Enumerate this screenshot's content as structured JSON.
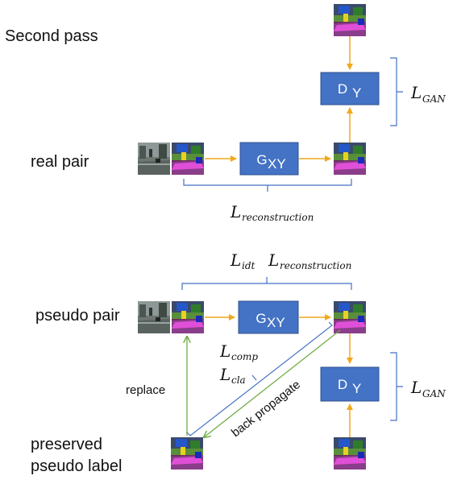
{
  "sections": {
    "second_pass": "Second pass",
    "real_pair": "real pair",
    "pseudo_pair": "pseudo pair",
    "preserved_label_line1": "preserved",
    "preserved_label_line2": "pseudo label"
  },
  "boxes": {
    "generator_main": "G",
    "generator_sub": "XY",
    "discriminator_main": "D",
    "discriminator_sub": "Y"
  },
  "losses": {
    "gan_main": "L",
    "gan_sub": "GAN",
    "reconstruction_main": "L",
    "reconstruction_sub": "reconstruction",
    "idt_main": "L",
    "idt_sub": "idt",
    "comp_main": "L",
    "comp_sub": "comp",
    "cla_main": "L",
    "cla_sub": "cla"
  },
  "edges": {
    "replace": "replace",
    "back_propagate": "back propagate"
  },
  "colors": {
    "box_fill": "#4472c4",
    "box_border": "#2f528f",
    "arrow_orange": "#f2a81d",
    "arrow_green": "#70ad47",
    "bracket_blue": "#4472c4"
  }
}
